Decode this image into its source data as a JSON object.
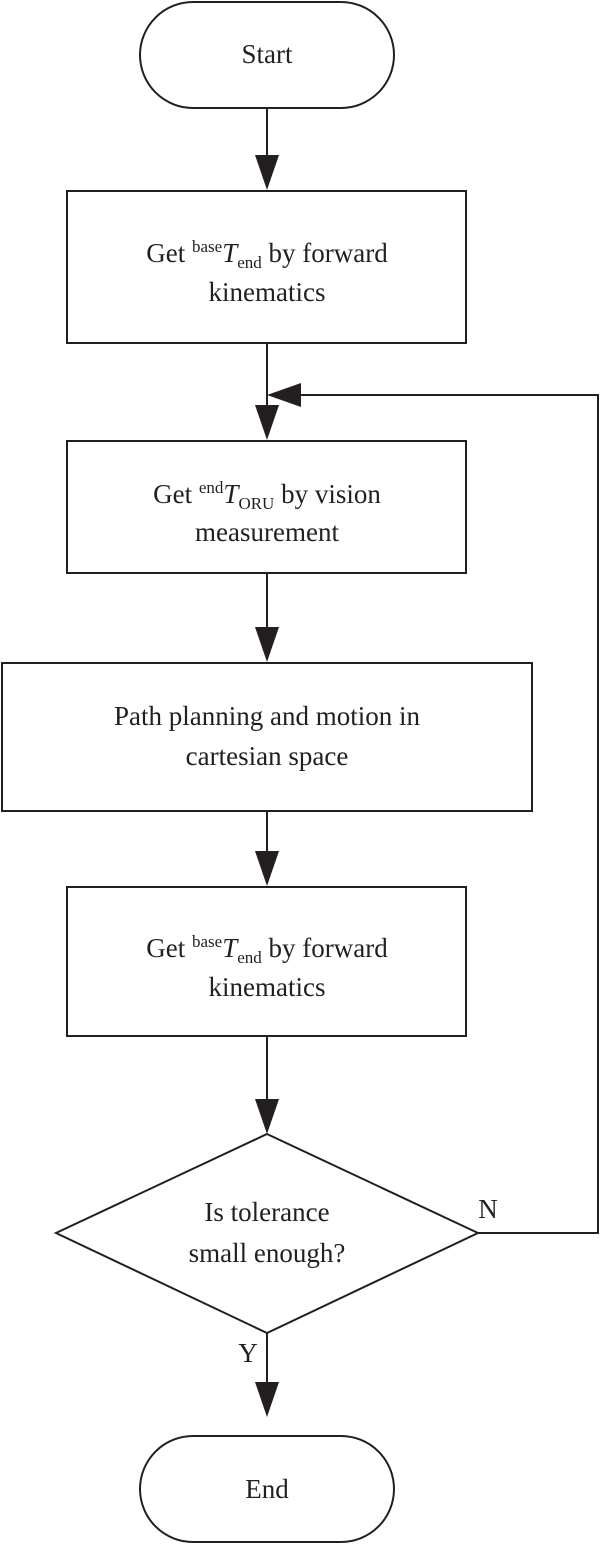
{
  "flowchart": {
    "start": {
      "label": "Start"
    },
    "step1": {
      "prefix": "Get ",
      "superscript": "base",
      "symbol": "T",
      "subscript": "end",
      "suffix": " by forward",
      "line2": "kinematics"
    },
    "step2": {
      "prefix": "Get ",
      "superscript": "end",
      "symbol": "T",
      "subscript": "ORU",
      "suffix": " by vision",
      "line2": "measurement"
    },
    "step3": {
      "line1": "Path planning and motion in",
      "line2": "cartesian space"
    },
    "step4": {
      "prefix": "Get ",
      "superscript": "base",
      "symbol": "T",
      "subscript": "end",
      "suffix": " by forward",
      "line2": "kinematics"
    },
    "decision": {
      "line1": "Is tolerance",
      "line2": "small enough?",
      "no_label": "N",
      "yes_label": "Y"
    },
    "end": {
      "label": "End"
    }
  }
}
